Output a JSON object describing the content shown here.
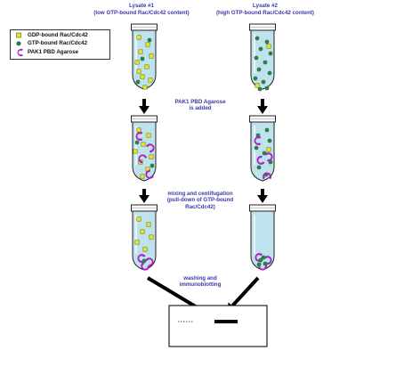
{
  "lysate1": {
    "title": "Lysate #1",
    "subtitle": "(low GTP-bound Rac/Cdc42 content)"
  },
  "lysate2": {
    "title": "Lysate #2",
    "subtitle": "(high GTP-bound Rac/Cdc42 content)"
  },
  "legend": {
    "items": [
      {
        "label": "GDP-bound Rac/Cdc42",
        "icon": "yellow-square-icon",
        "color": "#e6e62e"
      },
      {
        "label": "GTP-bound Rac/Cdc42",
        "icon": "green-dot-icon",
        "color": "#2e7d4a"
      },
      {
        "label": "PAK1 PBD Agarose",
        "icon": "purple-crescent-icon",
        "color": "#b01ec0"
      }
    ]
  },
  "steps": {
    "step1": "PAK1 PBD Agarose\nis added",
    "step2": "mixing and centifugation\n(pull-down of GTP-bound\nRac/Cdc42)",
    "step3": "washing and\nimmunoblotting"
  },
  "colors": {
    "tube_fill": "#bfe3ec",
    "tube_outline": "#222222",
    "text_blue": "#3a3aa8",
    "gdp": "#e6e62e",
    "gtp": "#2e7d4a",
    "agarose": "#b01ec0",
    "arrow": "#000000"
  }
}
